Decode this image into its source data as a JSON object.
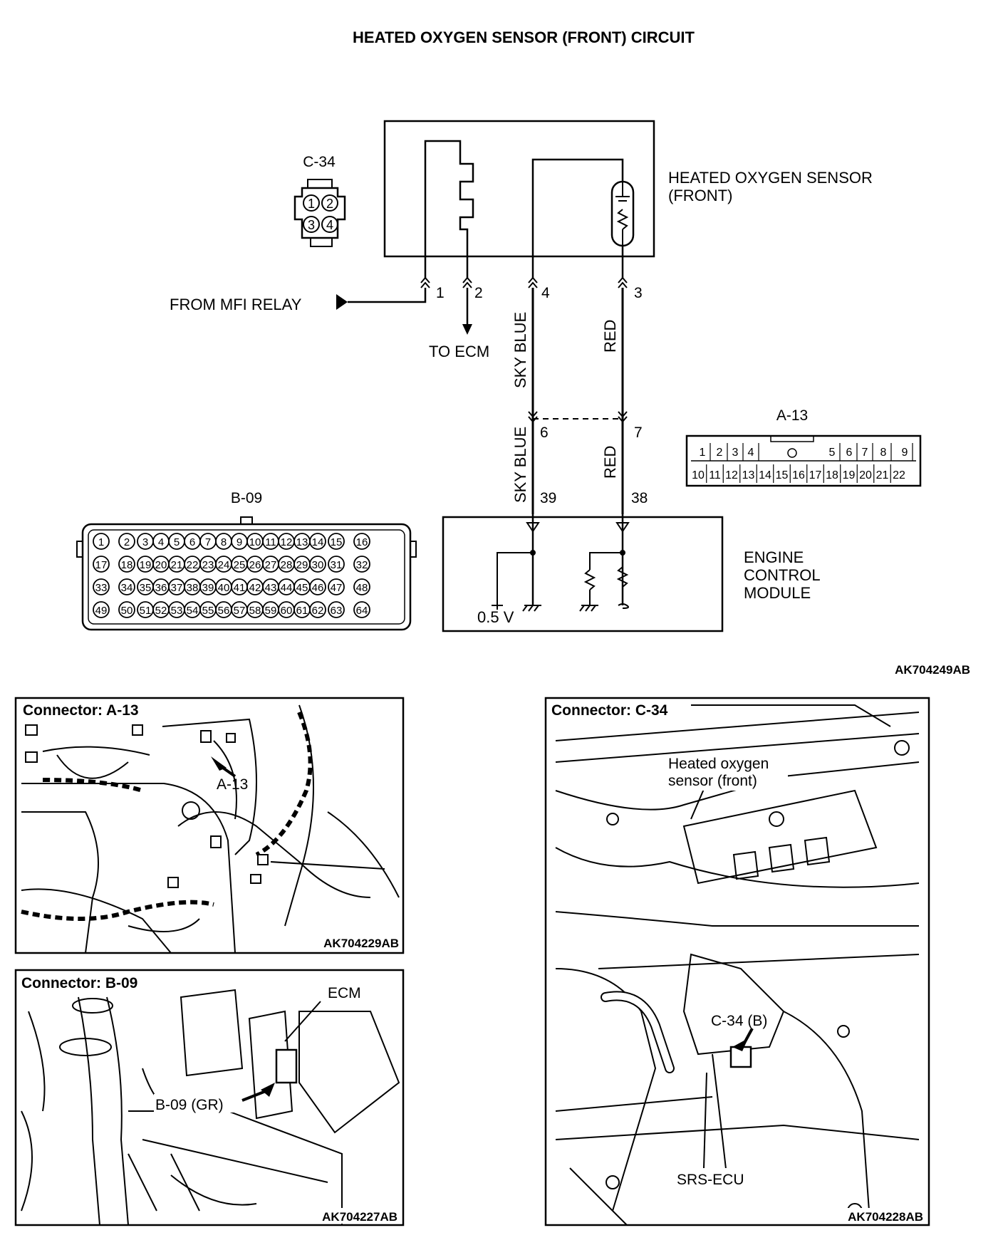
{
  "title": "HEATED OXYGEN SENSOR (FRONT) CIRCUIT",
  "figure_code": "AK704249AB",
  "c34": {
    "label": "C-34",
    "pins": [
      "1",
      "2",
      "3",
      "4"
    ]
  },
  "sensor": {
    "label_line1": "HEATED OXYGEN SENSOR",
    "label_line2": "(FRONT)"
  },
  "pins_top": {
    "p1": "1",
    "p2": "2",
    "p4": "4",
    "p3": "3"
  },
  "from_mfi_relay": "FROM MFI RELAY",
  "to_ecm": "TO ECM",
  "wire_sky_blue": "SKY BLUE",
  "wire_red": "RED",
  "pins_mid": {
    "p6": "6",
    "p7": "7"
  },
  "pins_ecm": {
    "p39": "39",
    "p38": "38"
  },
  "a13": {
    "label": "A-13",
    "row1": [
      "1",
      "2",
      "3",
      "4",
      "5",
      "6",
      "7",
      "8",
      "9"
    ],
    "row2": [
      "10",
      "11",
      "12",
      "13",
      "14",
      "15",
      "16",
      "17",
      "18",
      "19",
      "20",
      "21",
      "22"
    ]
  },
  "b09": {
    "label": "B-09",
    "rows": [
      [
        "1",
        "2",
        "3",
        "4",
        "5",
        "6",
        "7",
        "8",
        "9",
        "10",
        "11",
        "12",
        "13",
        "14",
        "15",
        "16"
      ],
      [
        "17",
        "18",
        "19",
        "20",
        "21",
        "22",
        "23",
        "24",
        "25",
        "26",
        "27",
        "28",
        "29",
        "30",
        "31",
        "32"
      ],
      [
        "33",
        "34",
        "35",
        "36",
        "37",
        "38",
        "39",
        "40",
        "41",
        "42",
        "43",
        "44",
        "45",
        "46",
        "47",
        "48"
      ],
      [
        "49",
        "50",
        "51",
        "52",
        "53",
        "54",
        "55",
        "56",
        "57",
        "58",
        "59",
        "60",
        "61",
        "62",
        "63",
        "64"
      ]
    ]
  },
  "ecm": {
    "line1": "ENGINE",
    "line2": "CONTROL",
    "line3": "MODULE",
    "voltage": "0.5 V"
  },
  "panel_a13": {
    "title": "Connector: A-13",
    "callout": "A-13",
    "code": "AK704229AB"
  },
  "panel_b09": {
    "title": "Connector: B-09",
    "callout_ecm": "ECM",
    "callout_conn": "B-09 (GR)",
    "code": "AK704227AB"
  },
  "panel_c34": {
    "title": "Connector: C-34",
    "callout_sensor1": "Heated oxygen",
    "callout_sensor2": "sensor (front)",
    "callout_conn": "C-34 (B)",
    "callout_srs": "SRS-ECU",
    "code": "AK704228AB"
  }
}
